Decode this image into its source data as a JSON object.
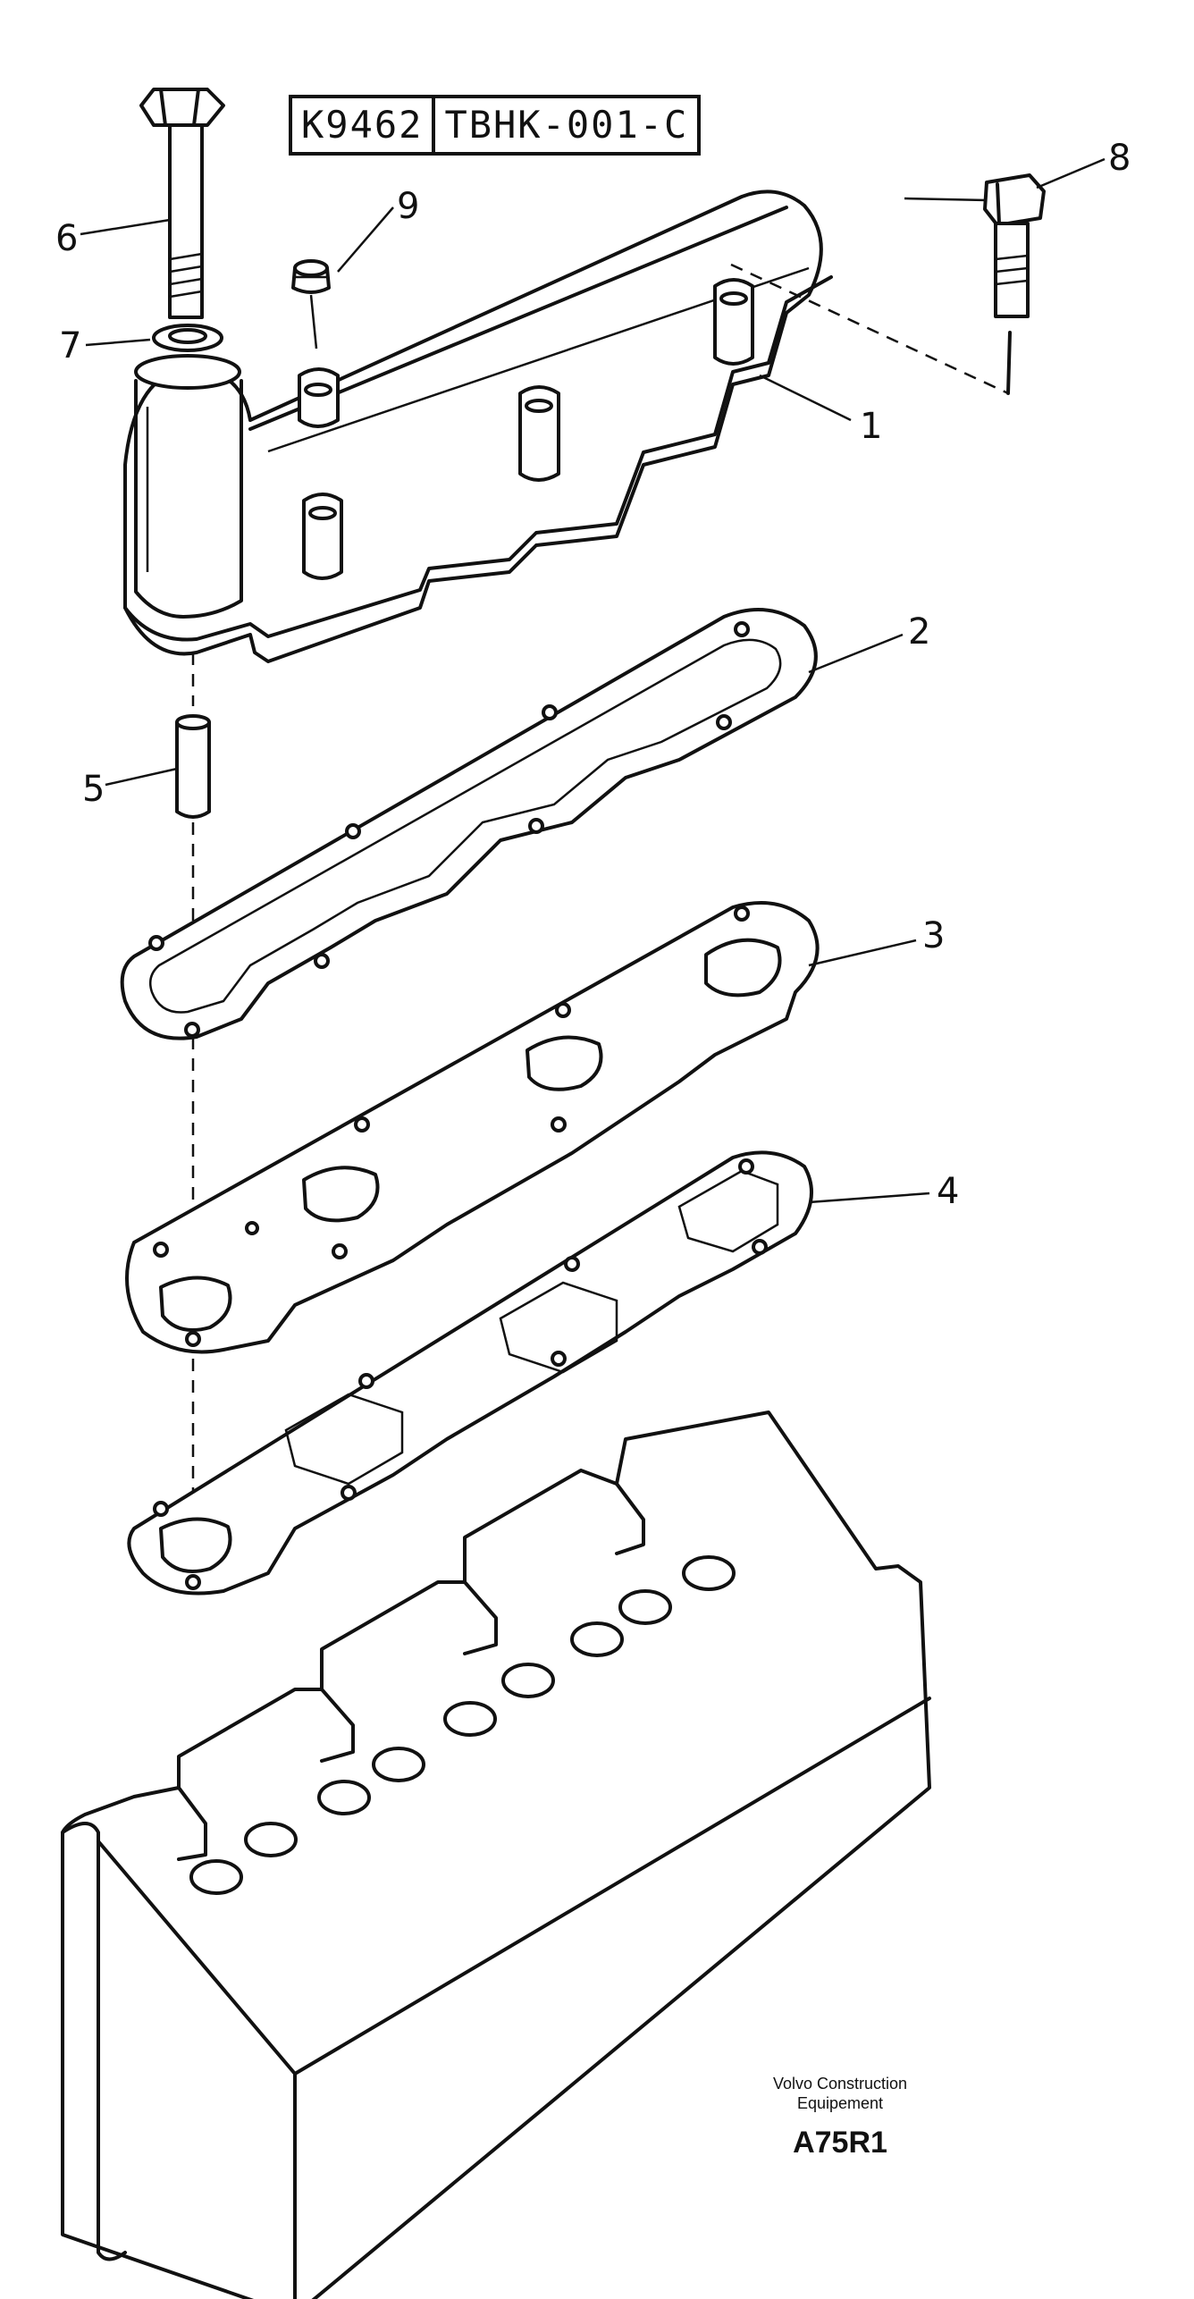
{
  "reference": {
    "left": "K9462",
    "right": "TBHK-001-C"
  },
  "callouts": [
    "1",
    "2",
    "3",
    "4",
    "5",
    "6",
    "7",
    "8",
    "9"
  ],
  "footer": {
    "brand_line1": "Volvo Construction",
    "brand_line2": "Equipement",
    "code": "A75R1"
  }
}
